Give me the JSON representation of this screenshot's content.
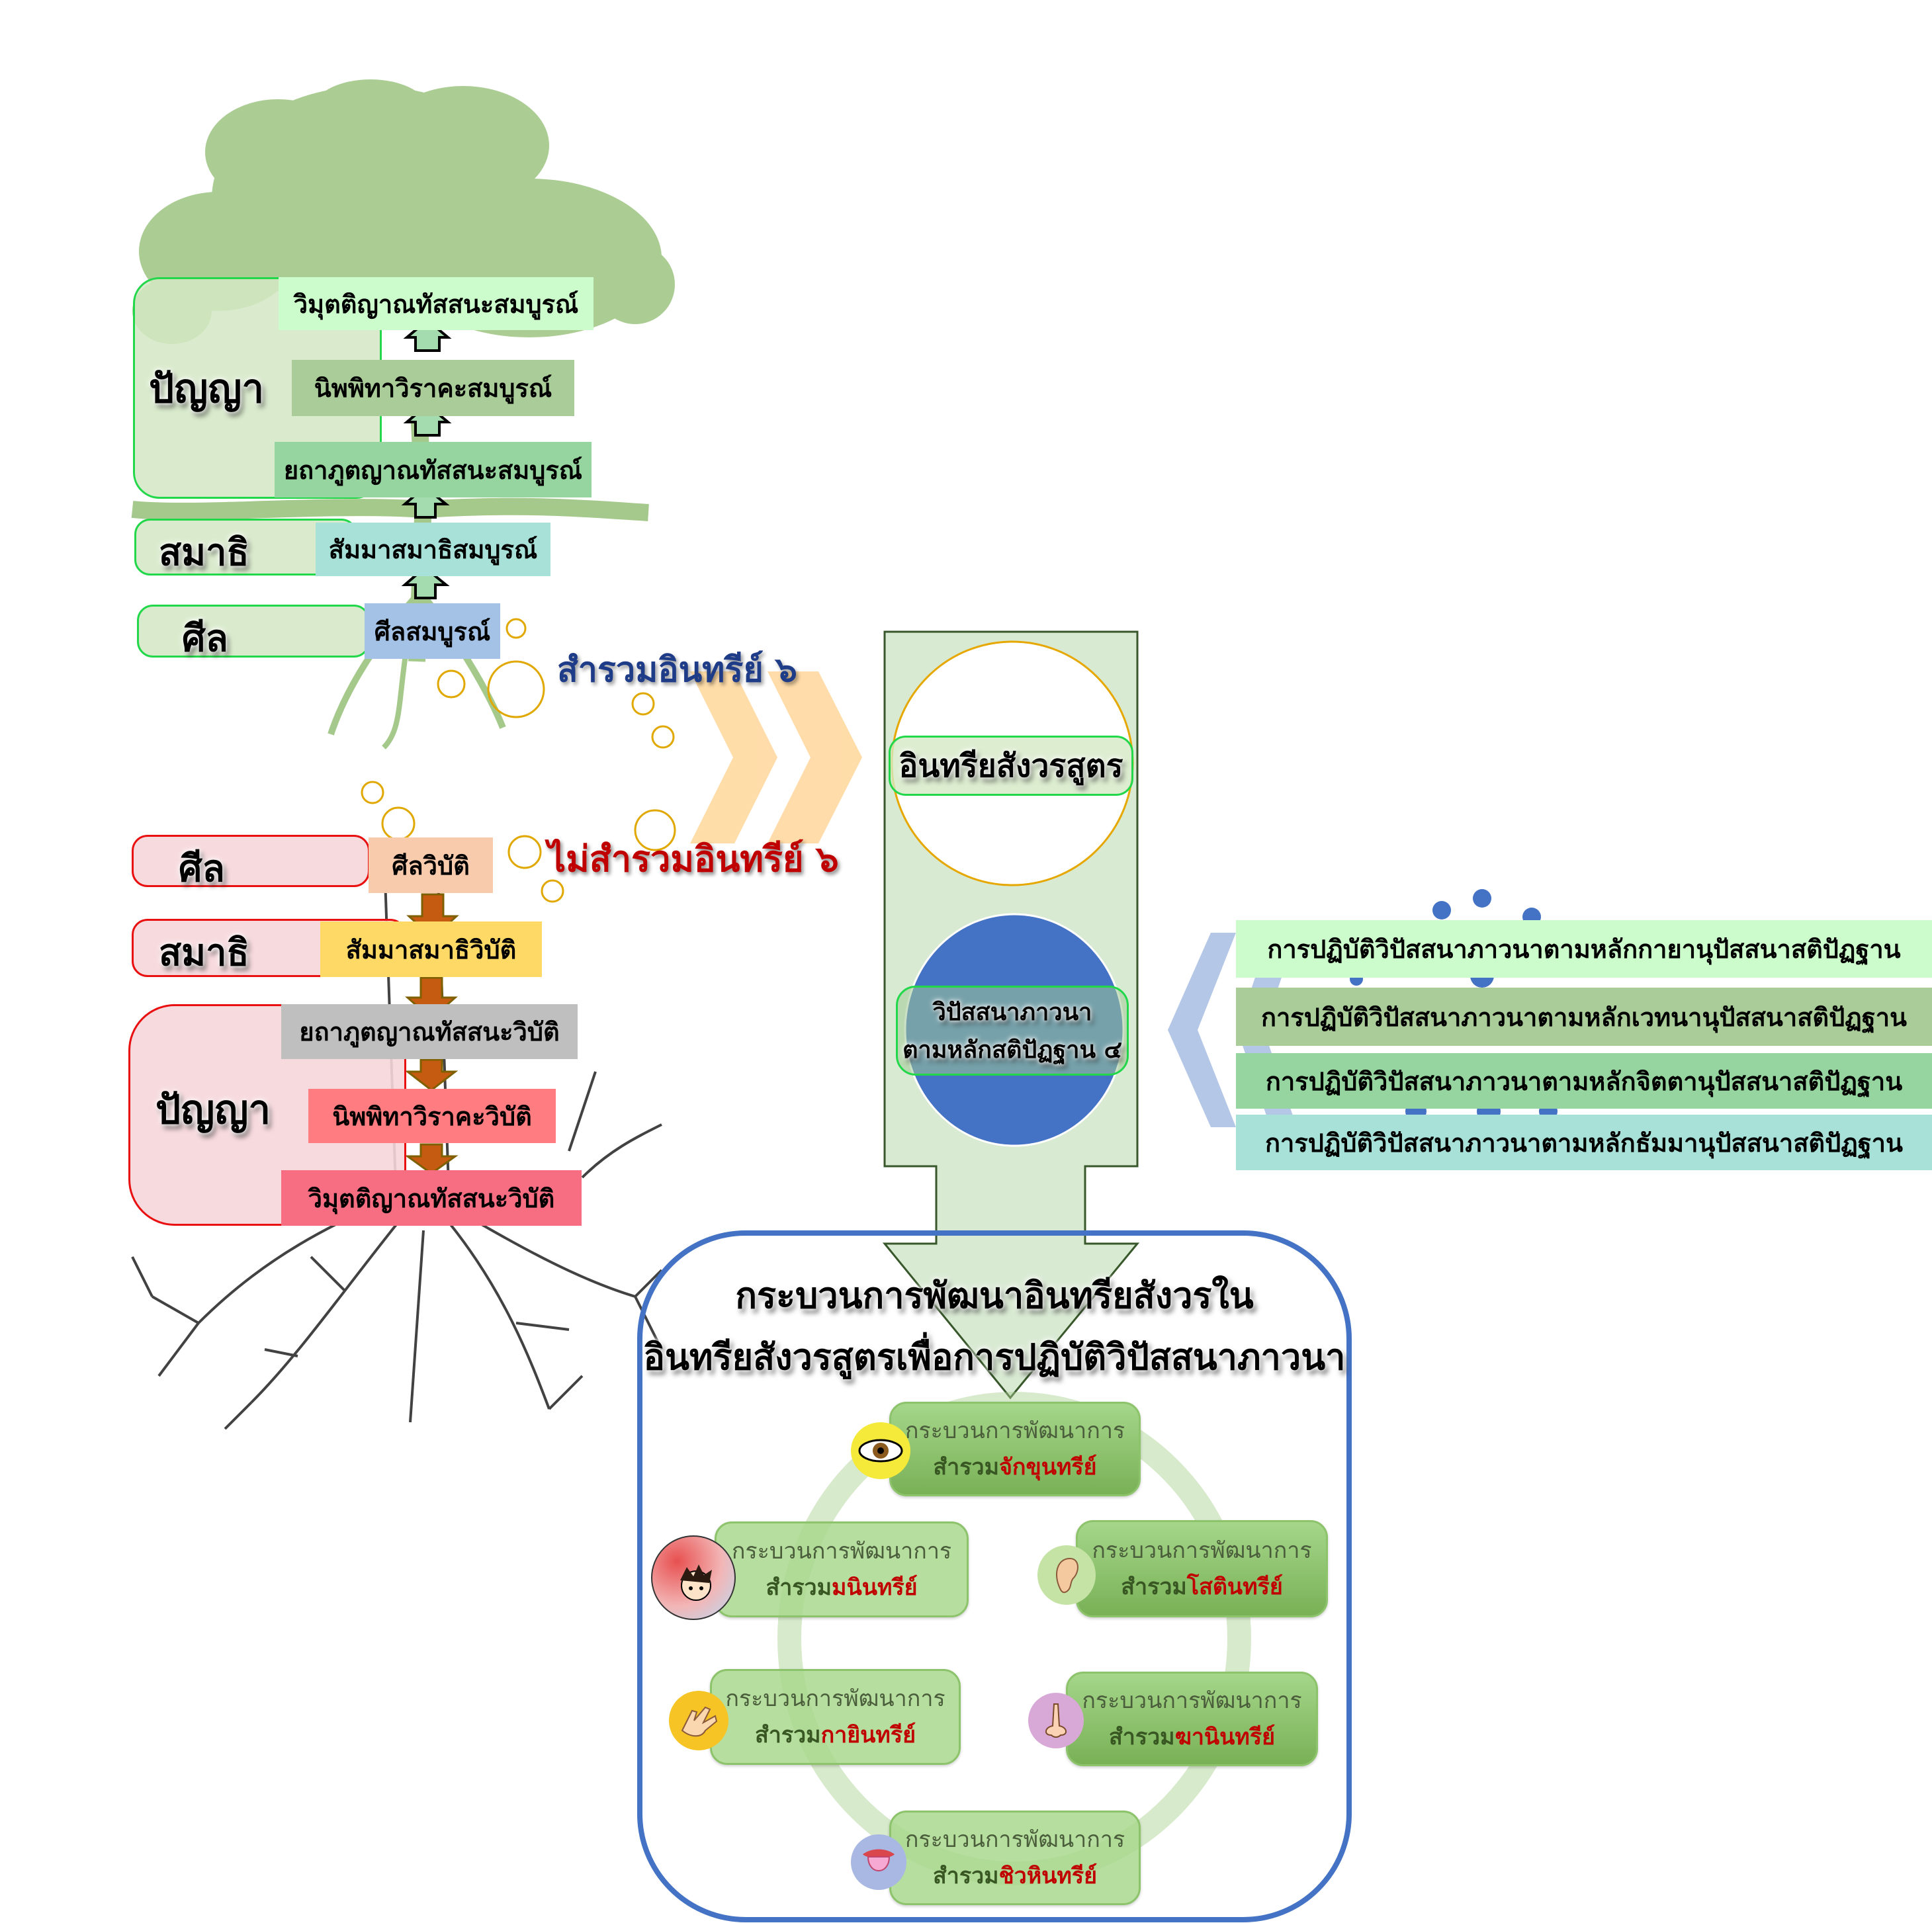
{
  "colors": {
    "blue": "#4472c4",
    "red_text": "#c00000",
    "navy_text": "#1f3c88",
    "green_border": "#22d84a",
    "red_border": "#e81010"
  },
  "upper": {
    "labels": {
      "panya": "ปัญญา",
      "samadhi": "สมาธิ",
      "sila": "ศีล"
    },
    "boxes": [
      {
        "text": "วิมุตติญาณทัสสนะสมบูรณ์",
        "color": "#ccfccc"
      },
      {
        "text": "นิพพิทาวิราคะสมบูรณ์",
        "color": "#a9cc99"
      },
      {
        "text": "ยถาภูตญาณทัสสนะสมบูรณ์",
        "color": "#96d59f"
      },
      {
        "text": "สัมมาสมาธิสมบูรณ์",
        "color": "#a7e1d8"
      },
      {
        "text": "ศีลสมบูรณ์",
        "color": "#a4c2e6"
      }
    ]
  },
  "lower": {
    "labels": {
      "panya": "ปัญญา",
      "samadhi": "สมาธิ",
      "sila": "ศีล"
    },
    "boxes": [
      {
        "text": "ศีลวิบัติ",
        "color": "#f8cbad"
      },
      {
        "text": "สัมมาสมาธิวิบัติ",
        "color": "#ffd966"
      },
      {
        "text": "ยถาภูตญาณทัสสนะวิบัติ",
        "color": "#bfbfbf"
      },
      {
        "text": "นิพพิทาวิราคะวิบัติ",
        "color": "#ff7c80"
      },
      {
        "text": "วิมุตติญาณทัสสนะวิบัติ",
        "color": "#f76e82"
      }
    ]
  },
  "restrain": "สำรวมอินทรีย์ ๖",
  "not_restrain": "ไม่สำรวมอินทรีย์ ๖",
  "center": {
    "sutta": "อินทรียสังวรสูตร",
    "vipassana_line1": "วิปัสสนาภาวนา",
    "vipassana_line2": "ตามหลักสติปัฏฐาน ๔"
  },
  "practices": [
    {
      "text": "การปฏิบัติวิปัสสนาภาวนาตามหลักกายานุปัสสนาสติปัฏฐาน",
      "color": "#ccfccc"
    },
    {
      "text": "การปฏิบัติวิปัสสนาภาวนาตามหลักเวทนานุปัสสนาสติปัฏฐาน",
      "color": "#a9cc99"
    },
    {
      "text": "การปฏิบัติวิปัสสนาภาวนาตามหลักจิตตานุปัสสนาสติปัฏฐาน",
      "color": "#96d59f"
    },
    {
      "text": "การปฏิบัติวิปัสสนาภาวนาตามหลักธัมมานุปัสสนาสติปัฏฐาน",
      "color": "#a7e1d8"
    }
  ],
  "process": {
    "title_line1": "กระบวนการพัฒนาอินทรียสังวรใน",
    "title_line2": "อินทรียสังวรสูตรเพื่อการปฏิบัติวิปัสสนาภาวนา",
    "cards": [
      {
        "line1": "กระบวนการพัฒนาการ",
        "prefix": "สำรวม",
        "sense": "จักขุนทรีย์",
        "icon": "eye-icon"
      },
      {
        "line1": "กระบวนการพัฒนาการ",
        "prefix": "สำรวม",
        "sense": "มนินทรีย์",
        "icon": "mind-icon"
      },
      {
        "line1": "กระบวนการพัฒนาการ",
        "prefix": "สำรวม",
        "sense": "โสตินทรีย์",
        "icon": "ear-icon"
      },
      {
        "line1": "กระบวนการพัฒนาการ",
        "prefix": "สำรวม",
        "sense": "กายินทรีย์",
        "icon": "hand-icon"
      },
      {
        "line1": "กระบวนการพัฒนาการ",
        "prefix": "สำรวม",
        "sense": "ฆานินทรีย์",
        "icon": "nose-icon"
      },
      {
        "line1": "กระบวนการพัฒนาการ",
        "prefix": "สำรวม",
        "sense": "ชิวหินทรีย์",
        "icon": "tongue-icon"
      }
    ]
  }
}
